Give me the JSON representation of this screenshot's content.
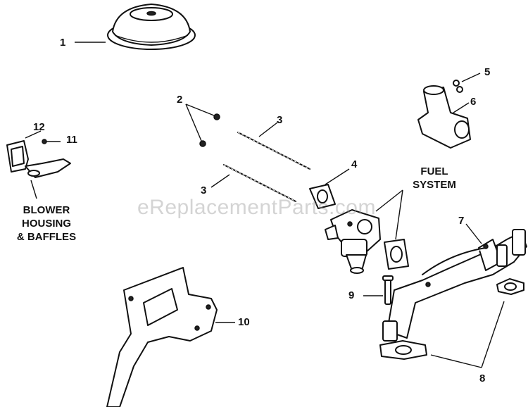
{
  "callouts": [
    "1",
    "2",
    "3",
    "3",
    "4",
    "5",
    "6",
    "7",
    "8",
    "9",
    "10",
    "11",
    "12"
  ],
  "labels": {
    "fuel_system": [
      "FUEL",
      "SYSTEM"
    ],
    "blower": [
      "BLOWER",
      "HOUSING",
      "& BAFFLES"
    ]
  },
  "watermark": "eReplacementParts.com"
}
